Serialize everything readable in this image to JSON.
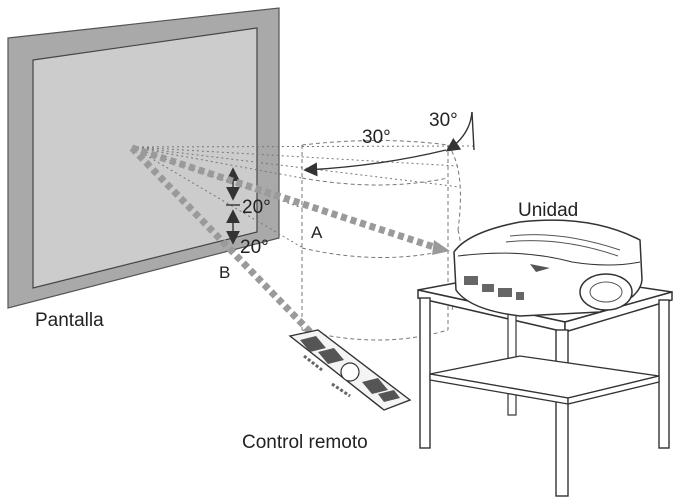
{
  "labels": {
    "screen": "Pantalla",
    "unit": "Unidad",
    "remote": "Control remoto",
    "point_a": "A",
    "point_b": "B",
    "angle_horizontal_outer": "30°",
    "angle_horizontal_inner": "30°",
    "angle_vertical_upper": "20°",
    "angle_vertical_lower": "20°"
  },
  "colors": {
    "screen_frame": "#a9a9a9",
    "screen_surface": "#cccccc",
    "line": "#333333",
    "beam": "#9a9a9a"
  },
  "icons": [
    "projector-icon",
    "table-icon",
    "remote-control-icon"
  ]
}
